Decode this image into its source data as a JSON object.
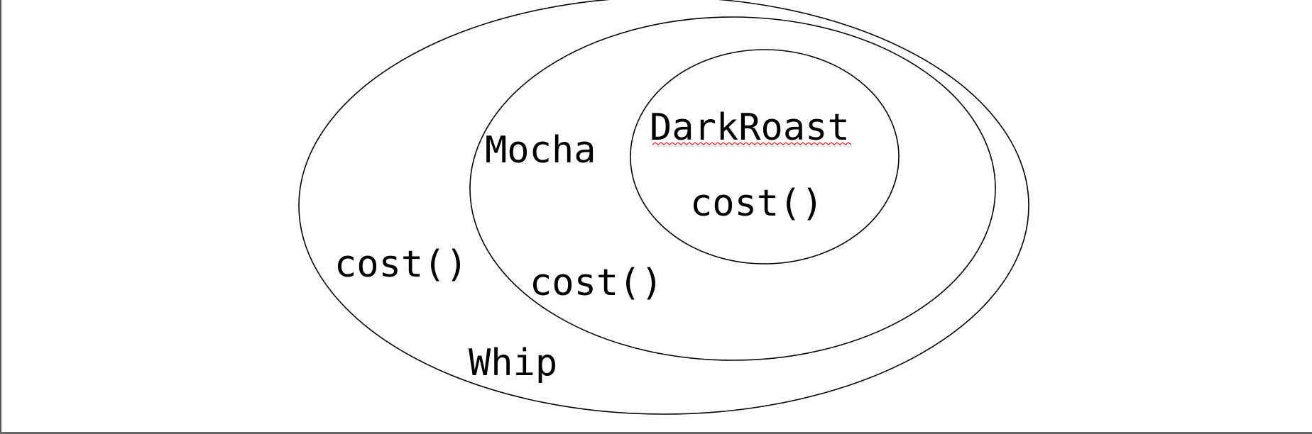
{
  "diagram": {
    "outer": {
      "name": "Whip",
      "method": "cost()"
    },
    "middle": {
      "name": "Mocha",
      "method": "cost()"
    },
    "inner": {
      "name": "DarkRoast",
      "method": "cost()"
    }
  },
  "colors": {
    "stroke": "#000000",
    "text": "#000000",
    "spellcheck_underline": "#e02020",
    "frame_border": "#555555"
  }
}
